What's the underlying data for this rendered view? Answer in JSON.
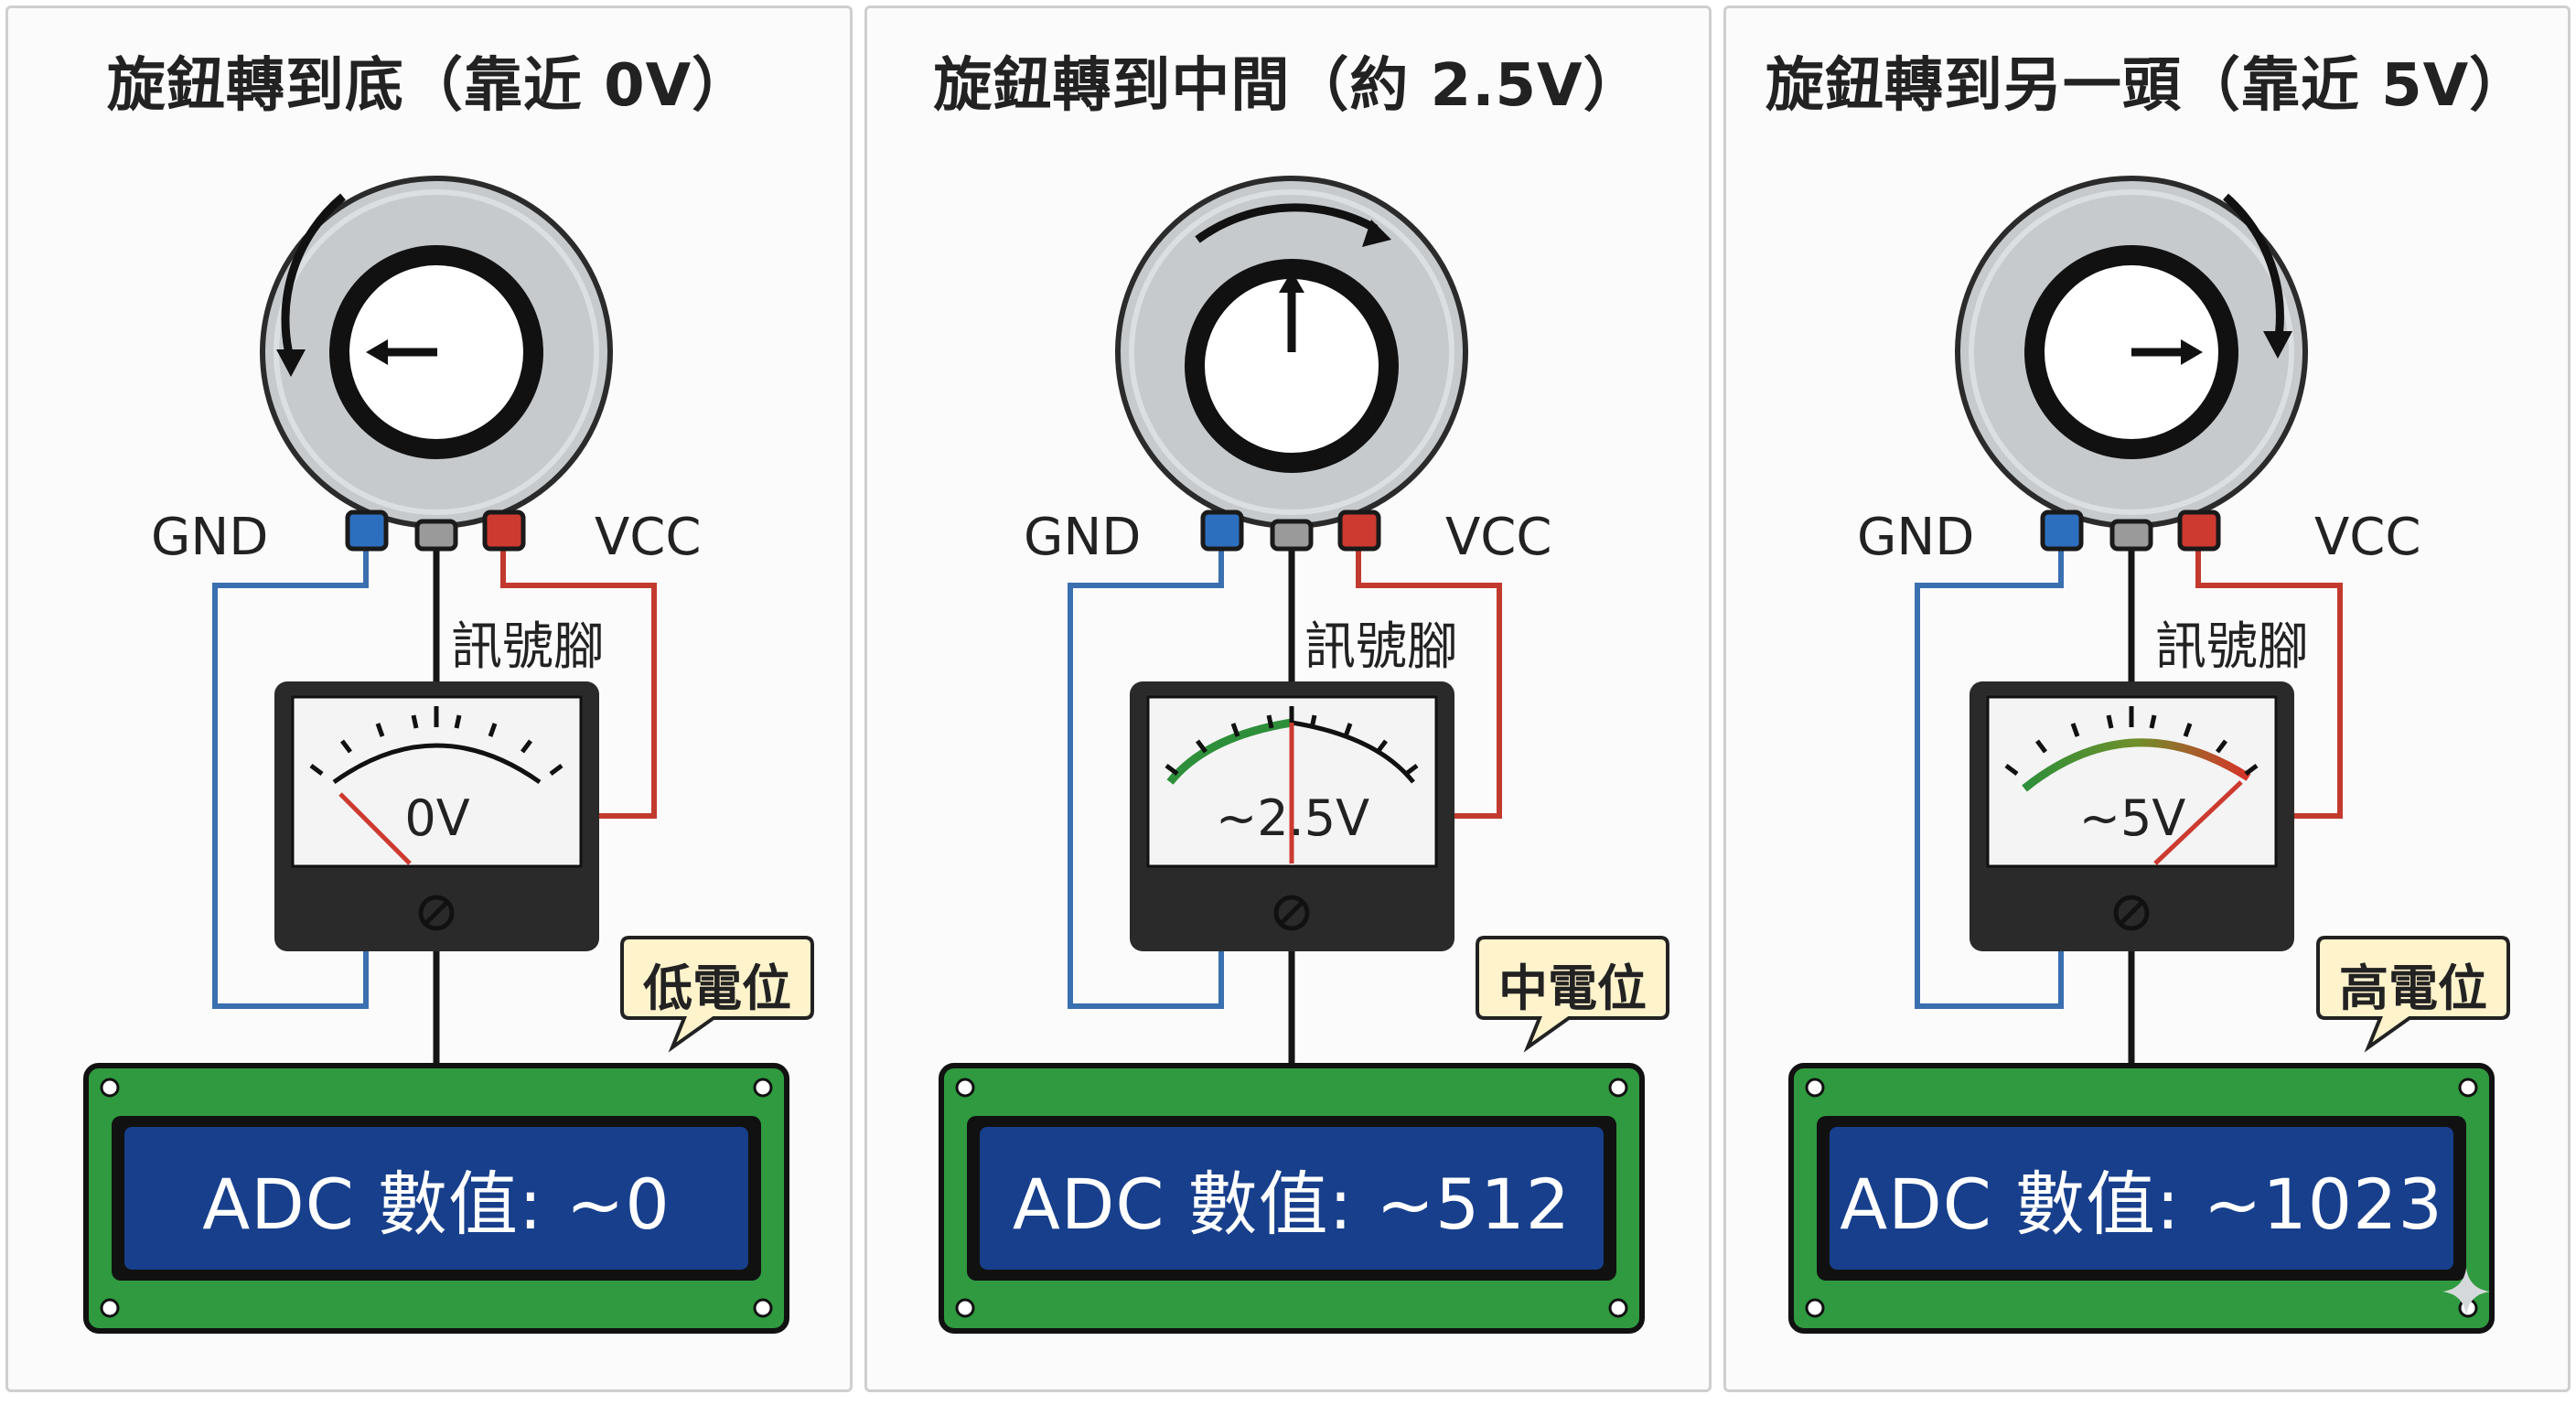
{
  "colors": {
    "gnd_wire": "#3a6fb0",
    "vcc_wire": "#c23a2e",
    "signal_wire": "#151515",
    "pcb_green": "#2f9a3f",
    "lcd_blue": "#173f8c",
    "bubble_fill": "#fff3cc",
    "meter_body": "#2a2a2a",
    "knob_gray": "#c6cacd"
  },
  "panels": [
    {
      "title": "旋鈕轉到底（靠近 0V）",
      "gnd_label": "GND",
      "vcc_label": "VCC",
      "signal_label": "訊號腳",
      "meter_reading": "0V",
      "bubble_label": "低電位",
      "lcd_text": "ADC 數值: ~0",
      "knob_position": "left",
      "rotation_arrow_icon": "counterclockwise-arrow-icon"
    },
    {
      "title": "旋鈕轉到中間（約 2.5V）",
      "gnd_label": "GND",
      "vcc_label": "VCC",
      "signal_label": "訊號腳",
      "meter_reading": "~2.5V",
      "bubble_label": "中電位",
      "lcd_text": "ADC 數值: ~512",
      "knob_position": "up",
      "rotation_arrow_icon": "clockwise-arrow-icon"
    },
    {
      "title": "旋鈕轉到另一頭（靠近 5V）",
      "gnd_label": "GND",
      "vcc_label": "VCC",
      "signal_label": "訊號腳",
      "meter_reading": "~5V",
      "bubble_label": "高電位",
      "lcd_text": "ADC 數值: ~1023",
      "knob_position": "right",
      "rotation_arrow_icon": "clockwise-arrow-icon"
    }
  ]
}
